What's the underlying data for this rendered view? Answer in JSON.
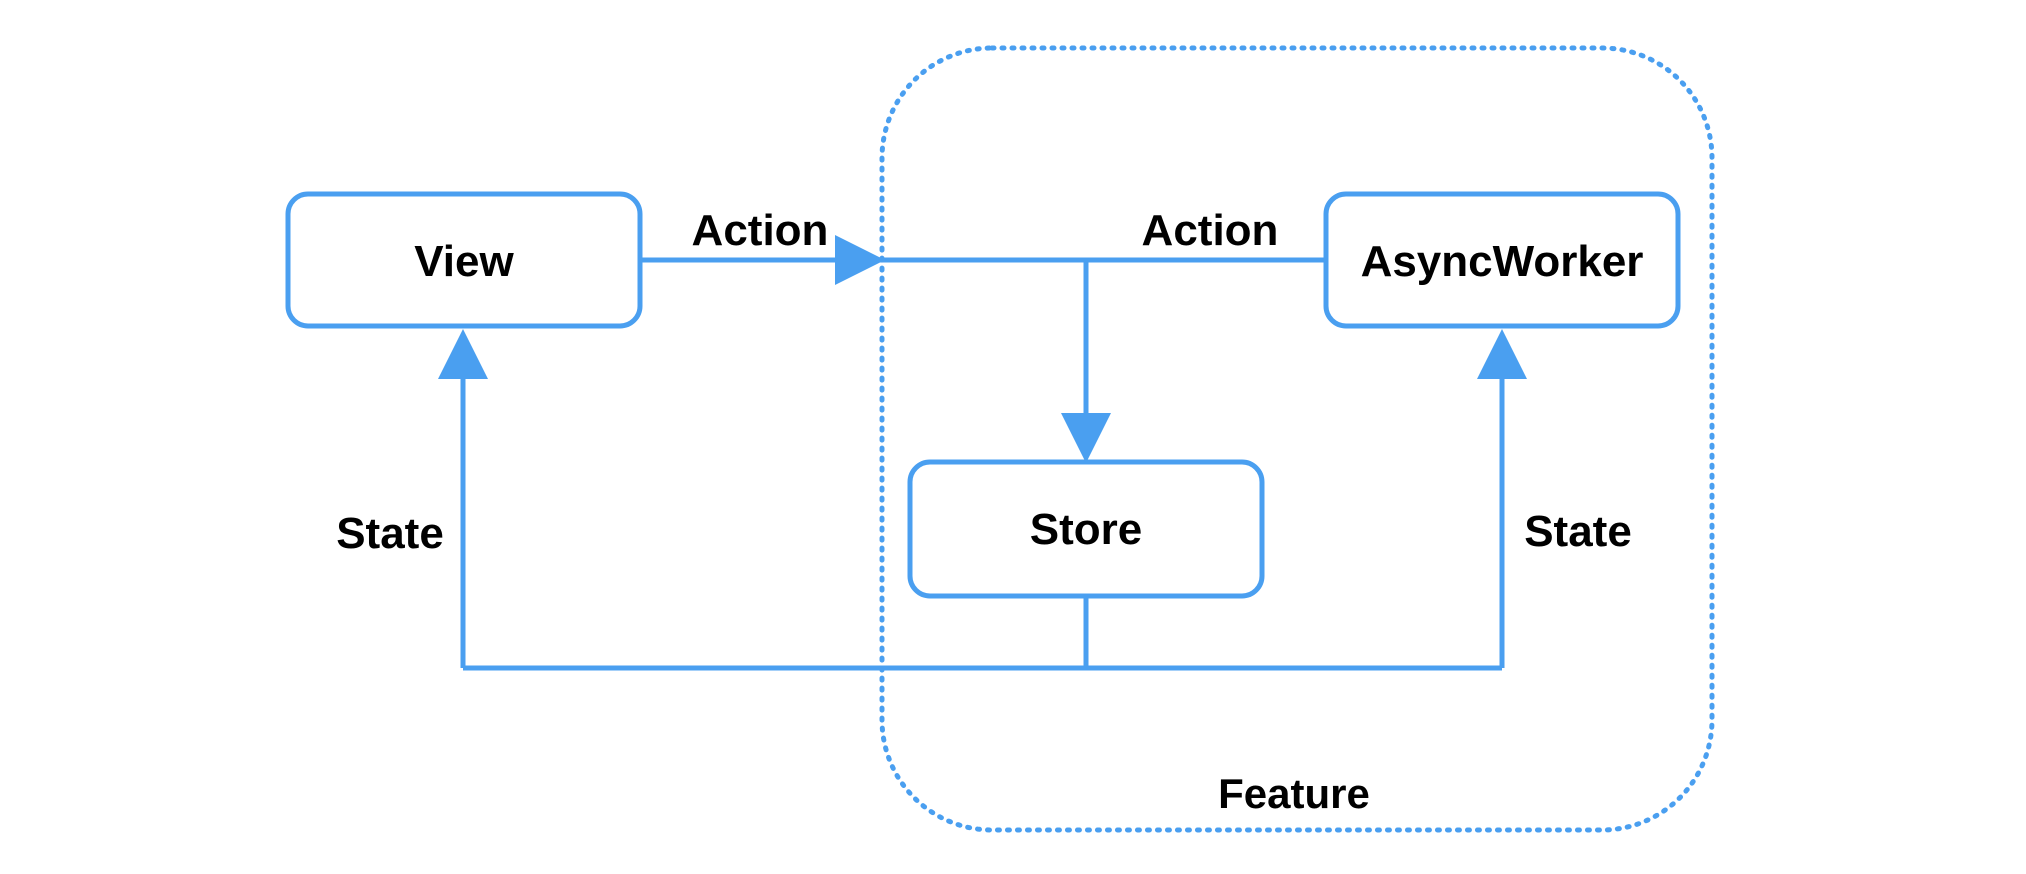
{
  "diagram": {
    "colors": {
      "stroke": "#4a9ff0",
      "text": "#000000",
      "background": "#ffffff"
    },
    "group": {
      "label": "Feature"
    },
    "nodes": {
      "view": {
        "label": "View"
      },
      "async_worker": {
        "label": "AsyncWorker"
      },
      "store": {
        "label": "Store"
      }
    },
    "edges": {
      "view_to_feature": {
        "label": "Action"
      },
      "async_worker_to_store": {
        "label": "Action"
      },
      "store_to_view": {
        "label": "State"
      },
      "store_to_async_worker": {
        "label": "State"
      }
    }
  }
}
